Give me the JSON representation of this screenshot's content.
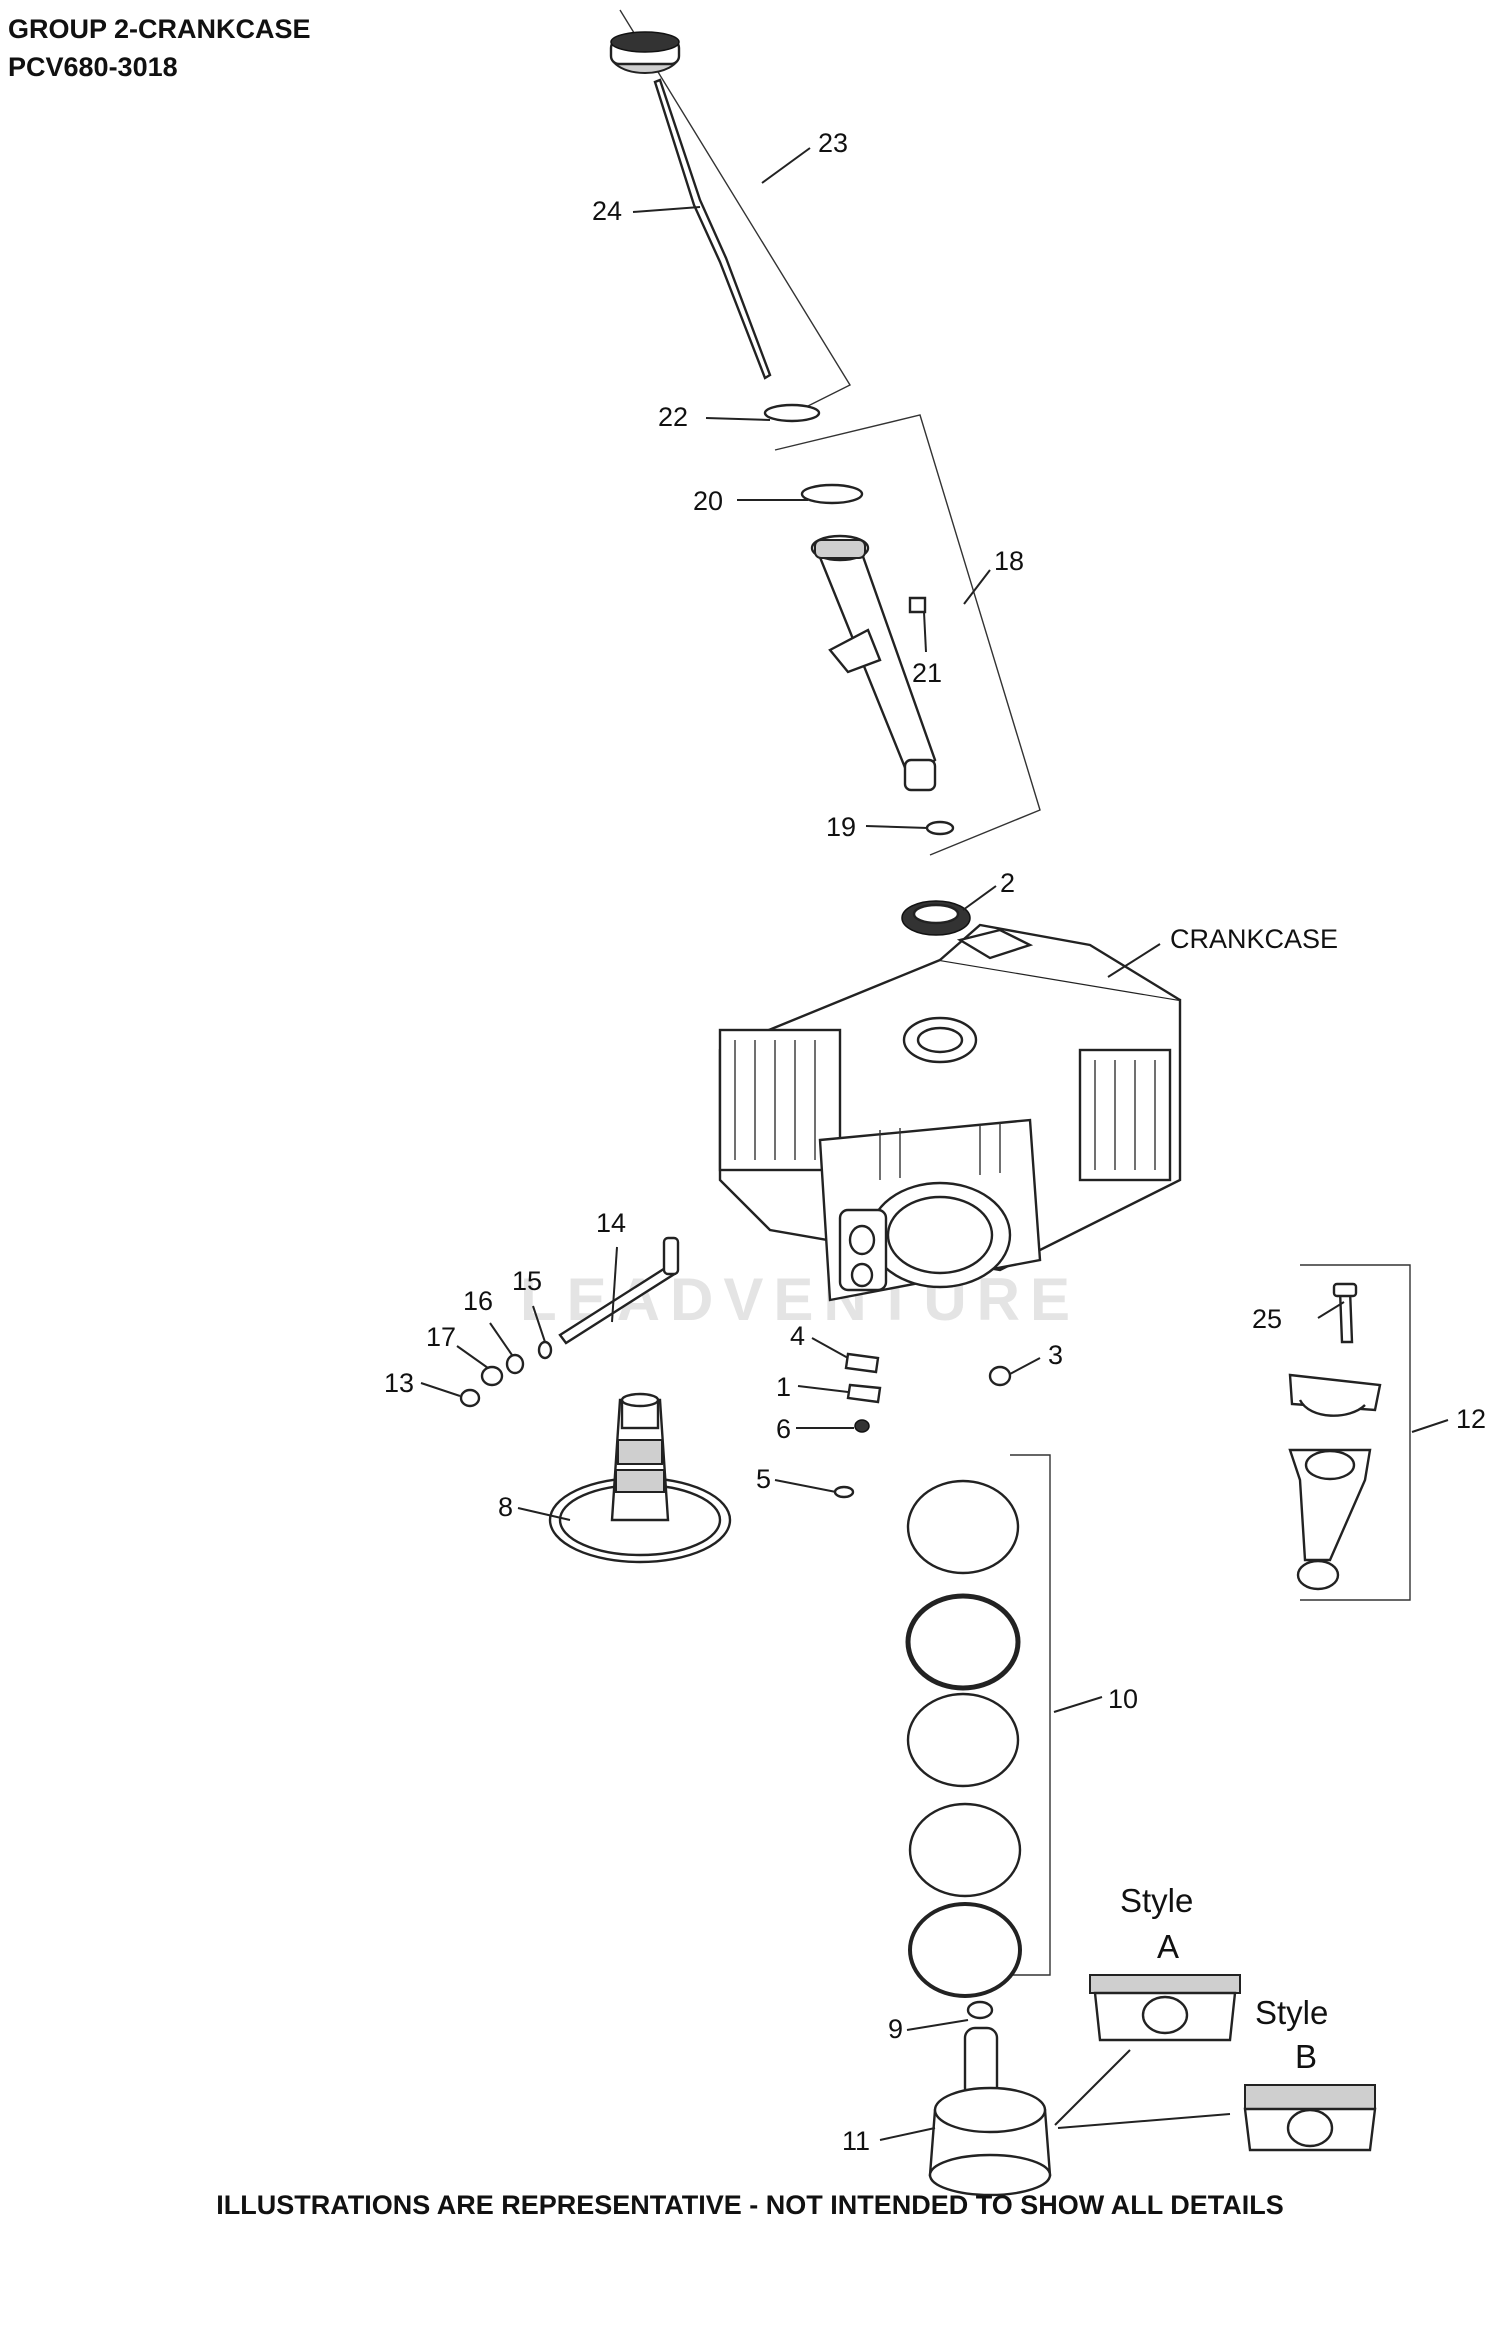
{
  "header": {
    "line1": "GROUP 2-CRANKCASE",
    "line2": "PCV680-3018"
  },
  "footer": {
    "note": "ILLUSTRATIONS ARE REPRESENTATIVE - NOT INTENDED TO SHOW ALL DETAILS"
  },
  "watermark": "LEADVENTURE",
  "labels": {
    "c1": "1",
    "c2": "2",
    "c3": "3",
    "c4": "4",
    "c5": "5",
    "c6": "6",
    "c8": "8",
    "c9": "9",
    "c10": "10",
    "c11": "11",
    "c12": "12",
    "c13": "13",
    "c14": "14",
    "c15": "15",
    "c16": "16",
    "c17": "17",
    "c18": "18",
    "c19": "19",
    "c20": "20",
    "c21": "21",
    "c22": "22",
    "c23": "23",
    "c24": "24",
    "c25": "25",
    "crankcase": "CRANKCASE",
    "style_a_word": "Style",
    "style_a_letter": "A",
    "style_b_word": "Style",
    "style_b_letter": "B"
  }
}
